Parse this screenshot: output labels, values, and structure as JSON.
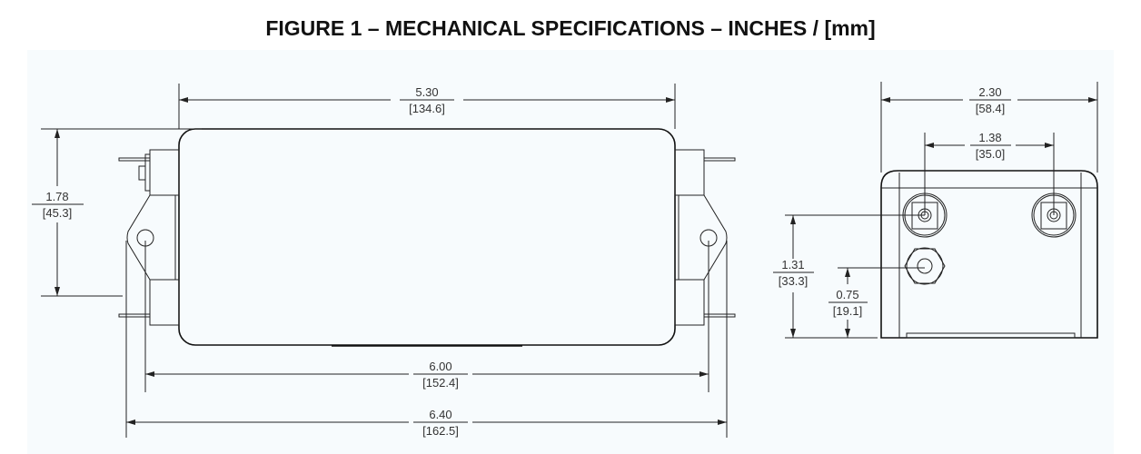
{
  "title": "FIGURE 1 – MECHANICAL SPECIFICATIONS – INCHES / [mm]",
  "side_view": {
    "dimensions": [
      {
        "id": "body-length",
        "inches": "5.30",
        "mm": "[134.6]"
      },
      {
        "id": "height",
        "inches": "1.78",
        "mm": "[45.3]"
      },
      {
        "id": "mounting-hole-spacing",
        "inches": "6.00",
        "mm": "[152.4]"
      },
      {
        "id": "overall-length",
        "inches": "6.40",
        "mm": "[162.5]"
      }
    ]
  },
  "end_view": {
    "dimensions": [
      {
        "id": "width",
        "inches": "2.30",
        "mm": "[58.4]"
      },
      {
        "id": "terminal-spacing",
        "inches": "1.38",
        "mm": "[35.0]"
      },
      {
        "id": "terminal-height",
        "inches": "1.31",
        "mm": "[33.3]"
      },
      {
        "id": "ground-stud-height",
        "inches": "0.75",
        "mm": "[19.1]"
      }
    ]
  }
}
